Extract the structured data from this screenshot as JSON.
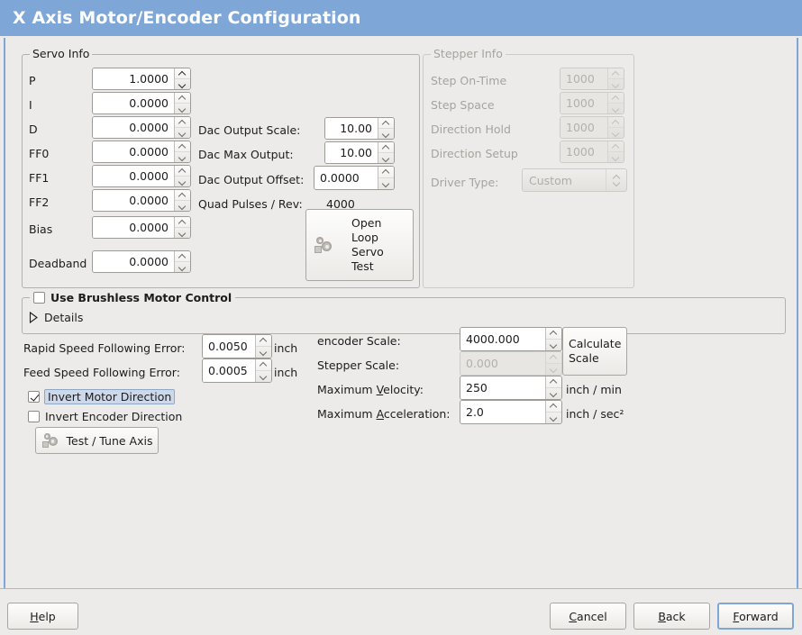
{
  "window": {
    "title": "X Axis Motor/Encoder Configuration",
    "title_bg": "#7ea7d8",
    "body_bg": "#edebe9",
    "accent": "#7ea7d8"
  },
  "servo_info": {
    "legend": "Servo Info",
    "rows": [
      {
        "label": "P",
        "value": "1.0000"
      },
      {
        "label": "I",
        "value": "0.0000"
      },
      {
        "label": "D",
        "value": "0.0000"
      },
      {
        "label": "FF0",
        "value": "0.0000"
      },
      {
        "label": "FF1",
        "value": "0.0000"
      },
      {
        "label": "FF2",
        "value": "0.0000"
      },
      {
        "label": "Bias",
        "value": "0.0000"
      },
      {
        "label": "Deadband",
        "value": "0.0000"
      }
    ],
    "dac_output_scale": {
      "label": "Dac Output Scale:",
      "value": "10.00"
    },
    "dac_max_output": {
      "label": "Dac Max Output:",
      "value": "10.00"
    },
    "dac_output_offset": {
      "label": "Dac Output Offset:",
      "value": "0.0000"
    },
    "quad_pulses": {
      "label": "Quad Pulses / Rev:",
      "value": "4000"
    },
    "open_loop_button": {
      "line1": "Open",
      "line2": "Loop",
      "line3": "Servo",
      "line4": "Test",
      "icon": "gears-icon"
    }
  },
  "stepper_info": {
    "legend": "Stepper Info",
    "disabled": true,
    "rows": [
      {
        "label": "Step On-Time",
        "value": "1000"
      },
      {
        "label": "Step Space",
        "value": "1000"
      },
      {
        "label": "Direction Hold",
        "value": "1000"
      },
      {
        "label": "Direction Setup",
        "value": "1000"
      }
    ],
    "driver_type": {
      "label": "Driver Type:",
      "value": "Custom"
    }
  },
  "brushless": {
    "checkbox_label": "Use Brushless Motor Control",
    "checked": false,
    "details_label": "Details",
    "details_expanded": false
  },
  "lower_left": {
    "rapid_error": {
      "label": "Rapid Speed Following Error:",
      "value": "0.0050",
      "unit": "inch"
    },
    "feed_error": {
      "label": "Feed Speed Following Error:",
      "value": "0.0005",
      "unit": "inch"
    },
    "invert_motor": {
      "label": "Invert Motor Direction",
      "checked": true,
      "focused": true
    },
    "invert_encoder": {
      "label": "Invert Encoder Direction",
      "checked": false,
      "focused": false
    },
    "test_tune_button": {
      "label": "Test / Tune Axis",
      "icon": "gears-icon"
    }
  },
  "lower_right": {
    "encoder_scale": {
      "label": "encoder Scale:",
      "value": "4000.000",
      "disabled": false
    },
    "stepper_scale": {
      "label": "Stepper Scale:",
      "value": "0.000",
      "disabled": true
    },
    "max_velocity": {
      "label_pre": "Maximum ",
      "label_mn": "V",
      "label_post": "elocity:",
      "value": "250",
      "unit": "inch / min"
    },
    "max_accel": {
      "label_pre": "Maximum ",
      "label_mn": "A",
      "label_post": "cceleration:",
      "value": "2.0",
      "unit": "inch / sec²"
    },
    "calculate_button": {
      "line1": "Calculate",
      "line2": "Scale"
    }
  },
  "actions": {
    "help": {
      "mn": "H",
      "rest": "elp"
    },
    "cancel": {
      "mn": "C",
      "rest": "ancel"
    },
    "back": {
      "mn": "B",
      "rest": "ack"
    },
    "forward": {
      "mn": "F",
      "rest": "orward",
      "focused": true
    }
  }
}
